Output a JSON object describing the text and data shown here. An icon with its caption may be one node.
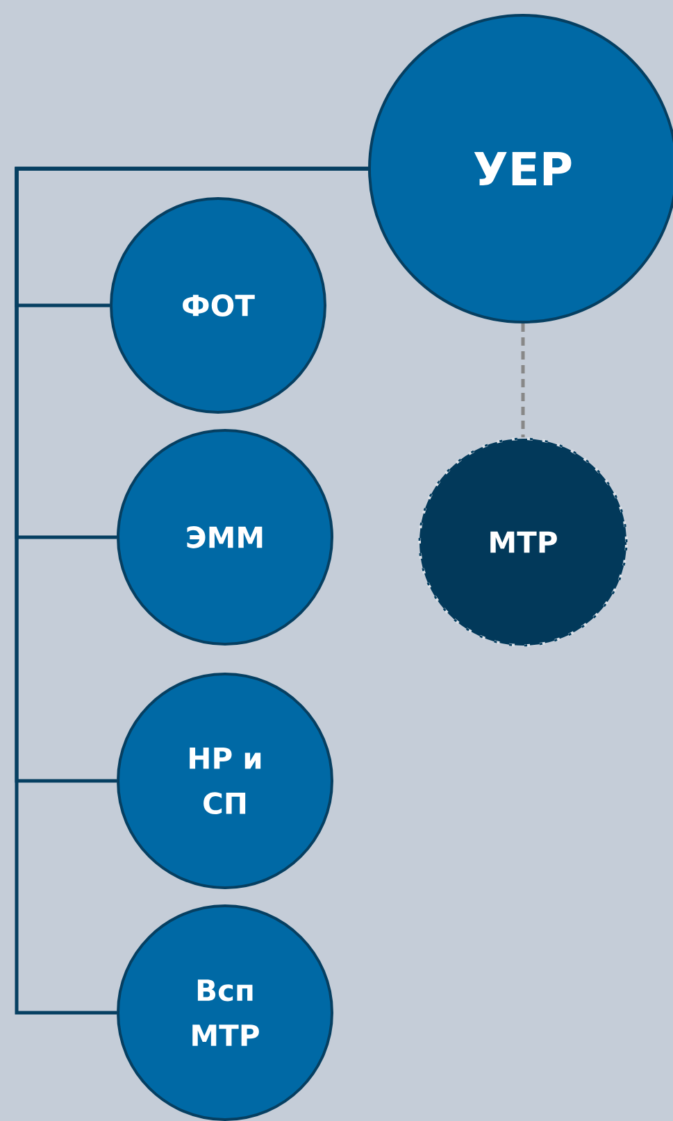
{
  "diagram": {
    "nodes": [
      {
        "text": [
          "УЕР"
        ]
      },
      {
        "text": [
          "ФОТ"
        ]
      },
      {
        "text": [
          "ЭММ"
        ]
      },
      {
        "text": [
          "НР и СП"
        ]
      },
      {
        "text": [
          "Всп МТР"
        ]
      },
      {
        "text": [
          "МТР"
        ]
      }
    ],
    "edges": [
      {
        "from": 0,
        "to": 1,
        "arrow": "none"
      },
      {
        "from": 0,
        "to": 2,
        "arrow": "none"
      },
      {
        "from": 0,
        "to": 3,
        "arrow": "none"
      },
      {
        "from": 0,
        "to": 4,
        "arrow": "none"
      },
      {
        "from": 0,
        "to": 5,
        "arrow": "none",
        "style": "dashed",
        "color": "#888888"
      }
    ]
  }
}
